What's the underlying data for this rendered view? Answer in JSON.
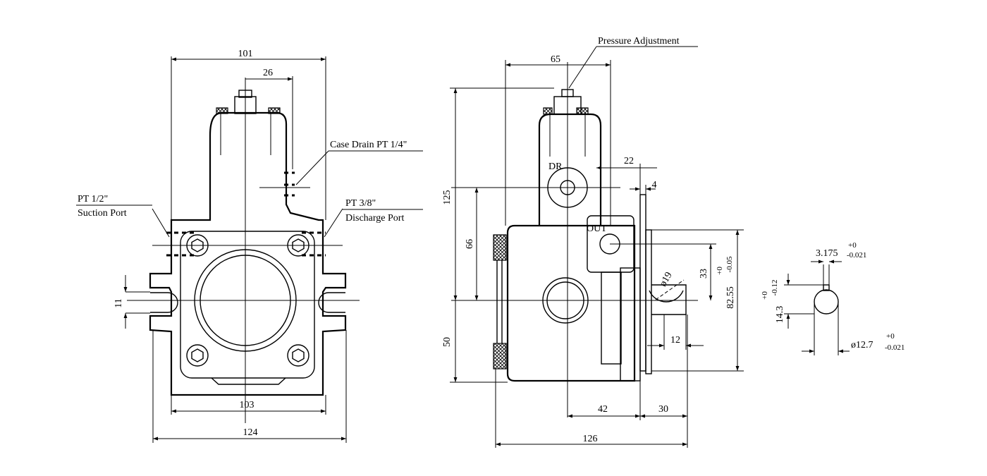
{
  "front_view": {
    "dim_top_width": "101",
    "dim_offset": "26",
    "dim_slot": "11",
    "dim_bolt_span": "103",
    "dim_total_width": "124",
    "case_drain": "Case Drain PT 1/4\"",
    "suction_size": "PT 1/2\"",
    "suction_label": "Suction Port",
    "discharge_size": "PT 3/8\"",
    "discharge_label": "Discharge Port"
  },
  "side_view": {
    "pressure_adjustment": "Pressure Adjustment",
    "dim_65": "65",
    "dim_125": "125",
    "dim_66": "66",
    "dim_50": "50",
    "dim_22": "22",
    "dim_4": "4",
    "label_dr": "DR",
    "label_out": "OUT",
    "dim_dia19": "ø19",
    "dim_33": "33",
    "dim_8255": "82.55",
    "tol_8255_upper": "+0",
    "tol_8255_lower": "-0.05",
    "dim_12": "12",
    "dim_42": "42",
    "dim_30": "30",
    "dim_126": "126"
  },
  "shaft_detail": {
    "dim_key": "3.175",
    "tol_key_upper": "+0",
    "tol_key_lower": "-0.021",
    "dim_height": "14.3",
    "tol_height_upper": "+0",
    "tol_height_lower": "-0.12",
    "dim_dia": "ø12.7",
    "tol_dia_upper": "+0",
    "tol_dia_lower": "-0.021"
  }
}
